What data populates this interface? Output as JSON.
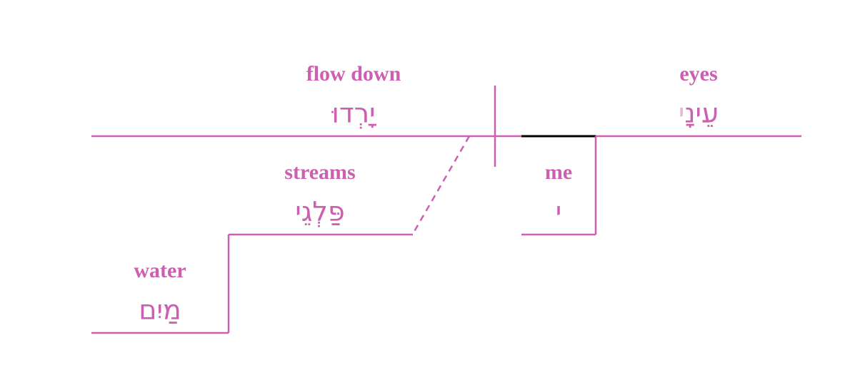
{
  "colors": {
    "line": "#cc5fb0",
    "text": "#cc5fb0",
    "possessive_connector": "#000000",
    "faded_letter": "#e8b3de"
  },
  "words": {
    "verb": {
      "gloss": "flow down",
      "hebrew": "יָרְדוּ"
    },
    "subject": {
      "gloss": "eyes",
      "hebrew_main": "עֵינָ",
      "hebrew_faded": "י"
    },
    "modifier": {
      "gloss": "me",
      "hebrew": "י"
    },
    "object": {
      "gloss": "streams",
      "hebrew": "פַּלְגֵי"
    },
    "construct": {
      "gloss": "water",
      "hebrew": "מַיִם"
    }
  }
}
